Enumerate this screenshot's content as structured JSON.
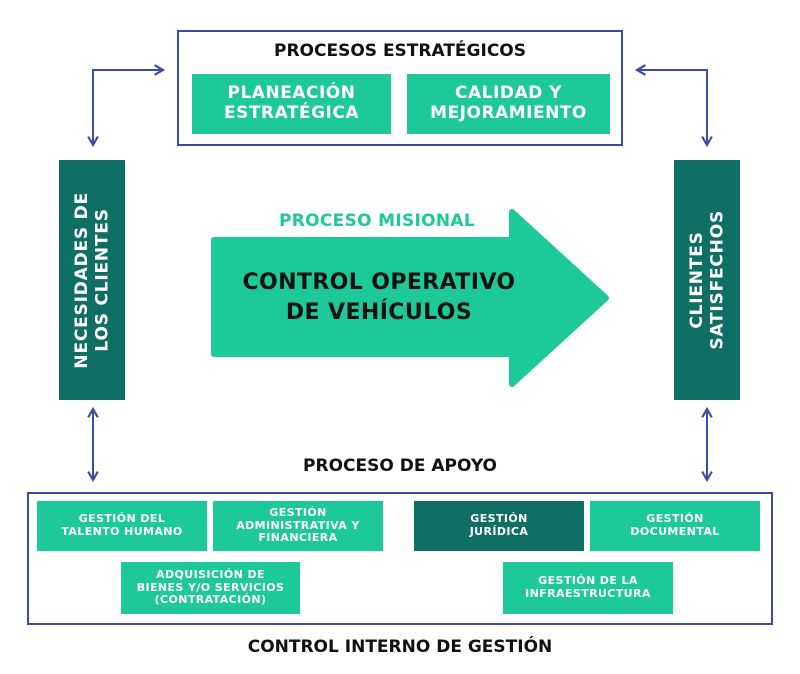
{
  "colors": {
    "accent_green": "#1ec999",
    "dark_green": "#0f6f62",
    "frame_blue": "#3c4aa8",
    "text_dark": "#111111"
  },
  "estrategicos": {
    "title": "PROCESOS ESTRATÉGICOS",
    "items": [
      "PLANEACIÓN\nESTRATÉGICA",
      "CALIDAD Y\nMEJORAMIENTO"
    ]
  },
  "left_bar": "NECESIDADES DE\nLOS CLIENTES",
  "right_bar": "CLIENTES\nSATISFECHOS",
  "misional": {
    "label": "PROCESO MISIONAL",
    "arrow_text": "CONTROL OPERATIVO\nDE VEHÍCULOS"
  },
  "apoyo": {
    "title": "PROCESO DE APOYO",
    "items": [
      "GESTIÓN DEL\nTALENTO HUMANO",
      "GESTIÓN\nADMINISTRATIVA Y\nFINANCIERA",
      "GESTIÓN\nJURÍDICA",
      "GESTIÓN\nDOCUMENTAL",
      "ADQUISICIÓN DE\nBIENES Y/O SERVICIOS\n(CONTRATACIÓN)",
      "GESTIÓN DE LA\nINFRAESTRUCTURA"
    ]
  },
  "footer": "CONTROL INTERNO DE GESTIÓN",
  "connector_icons": [
    "double-arrow-icon",
    "double-arrow-icon",
    "double-arrow-icon",
    "double-arrow-icon"
  ]
}
